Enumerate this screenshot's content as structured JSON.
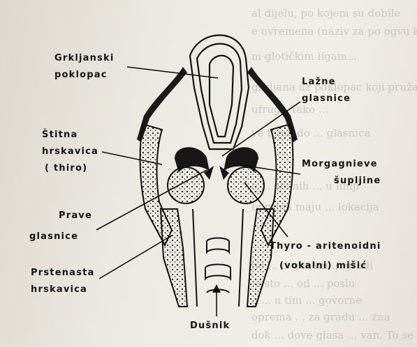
{
  "labels": {
    "epiglottis": [
      "Grkljanski",
      "poklopac"
    ],
    "false_cords": [
      "Lažne",
      "glasnice"
    ],
    "thyroid": [
      "Štitna",
      "hrskavica",
      "( thiro)"
    ],
    "ventricles": [
      "Morgagnieve",
      "šupljine"
    ],
    "true_cords": [
      "Prave",
      "glasnice"
    ],
    "cricoid": [
      "Prstenasta",
      "hrskavica"
    ],
    "thyroarytenoid": [
      "Thyro - aritenoidni",
      "(vokalni) mišić"
    ],
    "trachea": [
      "Dušnik"
    ]
  },
  "background_text": [
    "al dijelu, po kojem su dobile",
    "e uvremena (naziv za po ogvu koja",
    "m glotičkim ligam...",
    "grkljana uz poklopac koji pruža",
    "ufruge Tako ...",
    "ve tamo do ... glasnica",
    "e ... sličnih ... u liniji",
    "oprema maju ... lokacija",
    "ne ... organom ... gradi",
    "nesto ... od ... poslu",
    "a ... u tim ... govorne",
    "oprema ... za gradu ... zna",
    "dok ... dove glasa ... van. To se"
  ]
}
